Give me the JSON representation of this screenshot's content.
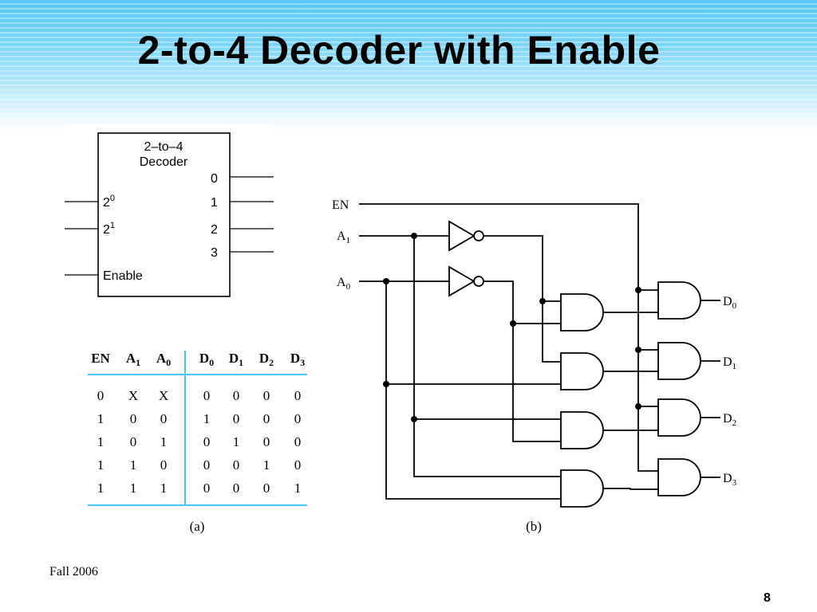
{
  "title": "2-to-4 Decoder with Enable",
  "footer": {
    "left": "Fall 2006",
    "page": "8"
  },
  "block": {
    "name_line1": "2–to–4",
    "name_line2": "Decoder",
    "in0_base": "2",
    "in0_exp": "0",
    "in1_base": "2",
    "in1_exp": "1",
    "enable": "Enable",
    "outputs": [
      "0",
      "1",
      "2",
      "3"
    ]
  },
  "truth_table": {
    "headers": [
      {
        "base": "EN",
        "sub": ""
      },
      {
        "base": "A",
        "sub": "1"
      },
      {
        "base": "A",
        "sub": "0"
      },
      {
        "base": "D",
        "sub": "0"
      },
      {
        "base": "D",
        "sub": "1"
      },
      {
        "base": "D",
        "sub": "2"
      },
      {
        "base": "D",
        "sub": "3"
      }
    ],
    "rows": [
      [
        "0",
        "X",
        "X",
        "0",
        "0",
        "0",
        "0"
      ],
      [
        "1",
        "0",
        "0",
        "1",
        "0",
        "0",
        "0"
      ],
      [
        "1",
        "0",
        "1",
        "0",
        "1",
        "0",
        "0"
      ],
      [
        "1",
        "1",
        "0",
        "0",
        "0",
        "1",
        "0"
      ],
      [
        "1",
        "1",
        "1",
        "0",
        "0",
        "0",
        "1"
      ]
    ],
    "line_color": "#4fc3ef"
  },
  "captions": {
    "a": "(a)",
    "b": "(b)"
  },
  "circuit": {
    "en": "EN",
    "a1_base": "A",
    "a1_sub": "1",
    "a0_base": "A",
    "a0_sub": "0",
    "outputs": [
      {
        "base": "D",
        "sub": "0"
      },
      {
        "base": "D",
        "sub": "1"
      },
      {
        "base": "D",
        "sub": "2"
      },
      {
        "base": "D",
        "sub": "3"
      }
    ]
  }
}
